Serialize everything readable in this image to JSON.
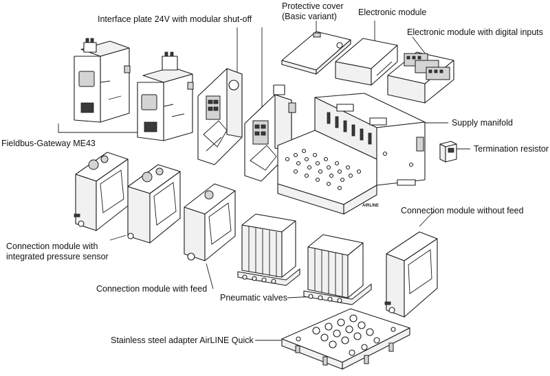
{
  "labels": {
    "interface_plate": "Interface plate 24V with modular shut-off",
    "protective_cover": "Protective cover\n(Basic variant)",
    "electronic_module": "Electronic module",
    "electronic_module_digital": "Electronic module with digital inputs",
    "supply_manifold": "Supply manifold",
    "termination_resistor": "Termination resistor",
    "fieldbus_gateway": "Fieldbus-Gateway ME43",
    "connection_module_without_feed": "Connection module without feed",
    "connection_module_pressure_sensor": "Connection module with\nintegrated pressure sensor",
    "connection_module_feed": "Connection module with feed",
    "pneumatic_valves": "Pneumatic valves",
    "stainless_adapter": "Stainless steel adapter AirLINE Quick"
  },
  "device_markings": {
    "manifold_brand": "AIRLINE"
  },
  "colors": {
    "line": "#1a1a1a",
    "background": "#ffffff"
  }
}
